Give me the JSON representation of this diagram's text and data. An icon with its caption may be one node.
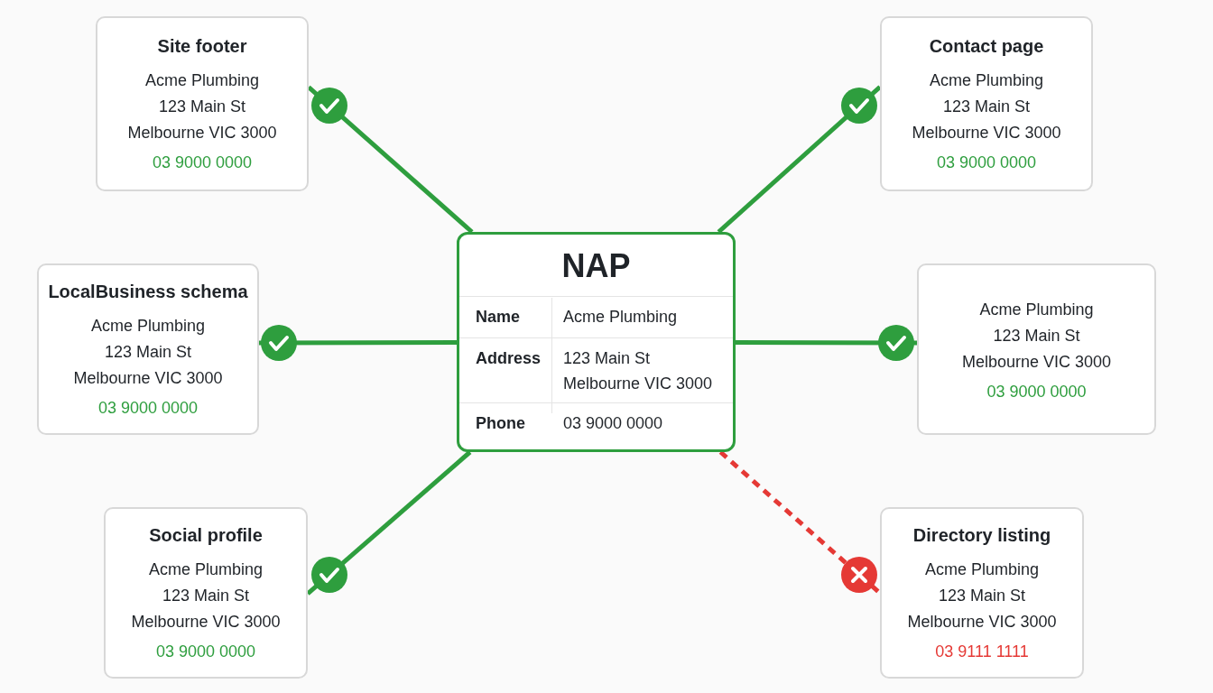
{
  "diagram": {
    "nodes": [
      {
        "text": [
          "Site footer",
          "Acme Plumbing",
          "123 Main St",
          "Melbourne VIC 3000",
          "03 9000 0000"
        ]
      },
      {
        "text": [
          "Contact page",
          "Acme Plumbing",
          "123 Main St",
          "Melbourne VIC 3000",
          "03 9000 0000"
        ]
      },
      {
        "text": [
          "LocalBusiness schema",
          "Acme Plumbing",
          "123 Main St",
          "Melbourne VIC 3000",
          "03 9000 0000"
        ]
      },
      {
        "text": [
          "NAP",
          "Name",
          "Acme Plumbing",
          "Address",
          "123 Main St Melbourne VIC 3000",
          "Phone",
          "03 9000 0000"
        ]
      },
      {
        "text": [
          "Acme Plumbing",
          "123 Main St",
          "Melbourne VIC 3000",
          "03 9000 0000"
        ]
      },
      {
        "text": [
          "Social profile",
          "Acme Plumbing",
          "123 Main St",
          "Melbourne VIC 3000",
          "03 9000 0000"
        ]
      },
      {
        "text": [
          "Directory listing",
          "Acme Plumbing",
          "123 Main St",
          "Melbourne VIC 3000",
          "03 9111 1111"
        ]
      }
    ],
    "edges": [
      {
        "from": 3,
        "to": 0,
        "arrow": "other",
        "color": "#2e9e3e"
      },
      {
        "from": 3,
        "to": 1,
        "arrow": "other",
        "color": "#2e9e3e"
      },
      {
        "from": 3,
        "to": 2,
        "arrow": "other",
        "color": "#2e9e3e"
      },
      {
        "from": 3,
        "to": 4,
        "arrow": "other",
        "color": "#2e9e3e"
      },
      {
        "from": 3,
        "to": 5,
        "arrow": "other",
        "color": "#2e9e3e"
      },
      {
        "from": 3,
        "to": 6,
        "arrow": "other",
        "style": "dashed",
        "color": "#e53935"
      }
    ]
  }
}
